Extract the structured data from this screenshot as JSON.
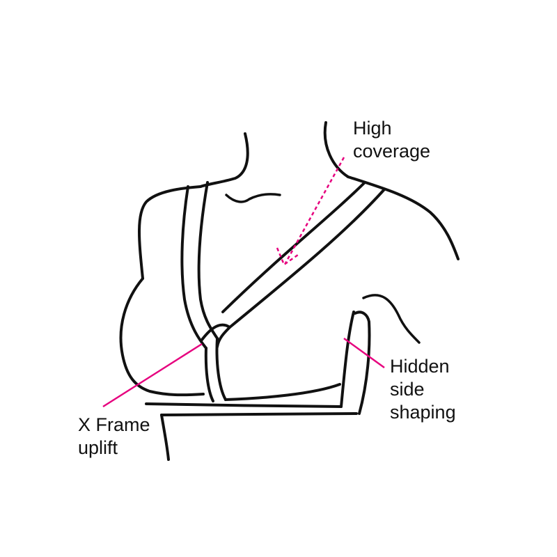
{
  "colors": {
    "line": "#111111",
    "callout": "#e6007e",
    "background": "#ffffff"
  },
  "callouts": {
    "high_coverage": {
      "line1": "High",
      "line2": "coverage"
    },
    "hidden_side_shaping": {
      "line1": "Hidden",
      "line2": "side",
      "line3": "shaping"
    },
    "x_frame_uplift": {
      "line1": "X Frame",
      "line2": "uplift"
    }
  }
}
